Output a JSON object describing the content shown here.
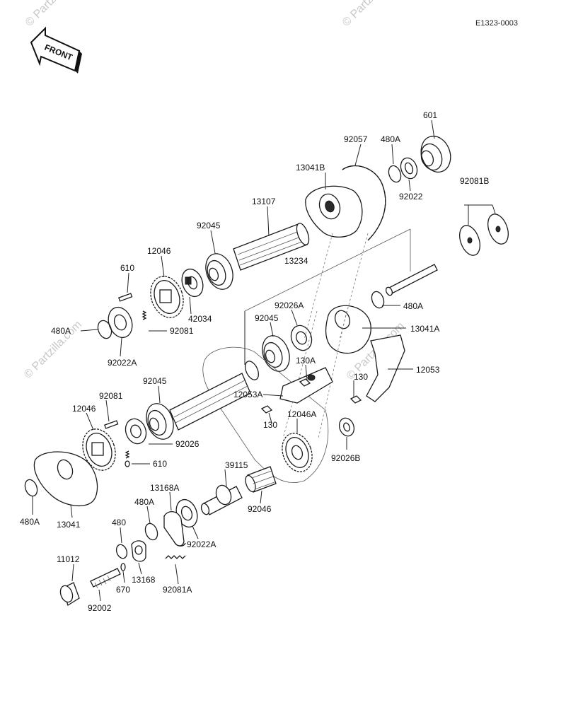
{
  "diagram": {
    "code": "E1323-0003",
    "front_label": "FRONT",
    "watermarks": [
      "© Partzilla.com",
      "© Partzilla.com",
      "© Partzilla.com",
      "© Partzilla.com"
    ],
    "labels": {
      "p601": "601",
      "p92057": "92057",
      "p480A_top": "480A",
      "p13041B": "13041B",
      "p92022_top": "92022",
      "p92081B": "92081B",
      "p13107": "13107",
      "p92045_top": "92045",
      "p12046_top": "12046",
      "p13234": "13234",
      "p610_top": "610",
      "p92026A": "92026A",
      "p480A_right": "480A",
      "p42034": "42034",
      "p92045_mid": "92045",
      "p13041A": "13041A",
      "p480A_left": "480A",
      "p92081_mid": "92081",
      "p130A": "130A",
      "p12053": "12053",
      "p92022A_left": "92022A",
      "p130_right": "130",
      "p92045_low": "92045",
      "p12053A": "12053A",
      "p92081_low": "92081",
      "p12046_low": "12046",
      "p130_low": "130",
      "p12046A": "12046A",
      "p92026": "92026",
      "p92026B": "92026B",
      "p610_low": "610",
      "p39115": "39115",
      "p13168A": "13168A",
      "p480A_low": "480A",
      "p92046": "92046",
      "p480A_bl": "480A",
      "p13041": "13041",
      "p480": "480",
      "p92022A_low": "92022A",
      "p11012": "11012",
      "p13168": "13168",
      "p670": "670",
      "p92081A": "92081A",
      "p92002": "92002"
    }
  }
}
